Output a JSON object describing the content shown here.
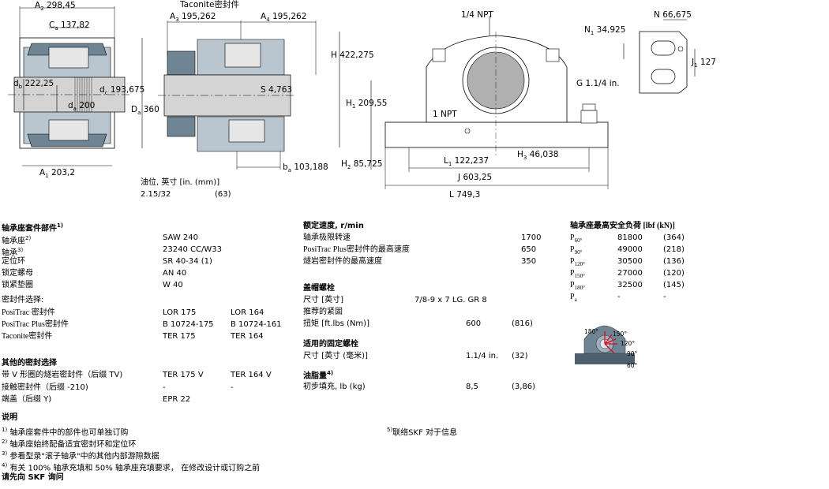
{
  "drawing": {
    "labels": {
      "A2": "A",
      "A2_sub": "2",
      "A2_val": "298,45",
      "Ca": "C",
      "Ca_sub": "a",
      "Ca_val": "137,82",
      "db": "d",
      "db_sub": "b",
      "db_val": "222,25",
      "dc": "d",
      "dc_sub": "c",
      "dc_val": "193,675",
      "da": "d",
      "da_sub": "a",
      "da_val": "200",
      "Da": "D",
      "Da_sub": "a",
      "Da_val": "360",
      "A1": "A",
      "A1_sub": "1",
      "A1_val": "203,2",
      "taconite": "Taconite密封件",
      "A3": "A",
      "A3_sub": "3",
      "A3_val": "195,262",
      "A4": "A",
      "A4_sub": "4",
      "A4_val": "195,262",
      "S": "S",
      "S_val": "4,763",
      "ba": "b",
      "ba_sub": "a",
      "ba_val": "103,188",
      "npt_top": "1/4 NPT",
      "H": "H",
      "H_val": "422,275",
      "H1": "H",
      "H1_sub": "1",
      "H1_val": "209,55",
      "H2": "H",
      "H2_sub": "2",
      "H2_val": "85,725",
      "npt_mid": "1 NPT",
      "L1": "L",
      "L1_sub": "1",
      "L1_val": "122,237",
      "H3": "H",
      "H3_sub": "3",
      "H3_val": "46,038",
      "J": "J",
      "J_val": "603,25",
      "L": "L",
      "L_val": "749,3",
      "G": "G",
      "G_val": "1.1/4 in.",
      "N1": "N",
      "N1_sub": "1",
      "N1_val": "34,925",
      "N": "N",
      "N_val": "66,675",
      "J1": "J",
      "J1_sub": "1",
      "J1_val": "127"
    },
    "oil_caption": "油位, 英寸 [in. (mm)]",
    "oil_value": "2.15/32",
    "oil_mm": "(63)"
  },
  "components": {
    "title": "轴承座套件部件",
    "title_sup": "1)",
    "rows": [
      {
        "label": "轴承座",
        "sup": "2)",
        "v1": "SAW 240",
        "v2": ""
      },
      {
        "label": "轴承",
        "sup": "3)",
        "v1": "23240 CC/W33",
        "v2": ""
      },
      {
        "label": "定位环",
        "sup": "",
        "v1": "SR 40-34 (1)",
        "v2": ""
      },
      {
        "label": "锁定螺母",
        "sup": "",
        "v1": "AN 40",
        "v2": ""
      },
      {
        "label": "锁紧垫圈",
        "sup": "",
        "v1": "W 40",
        "v2": ""
      }
    ],
    "seal_title": "密封件选择:",
    "seal_rows": [
      {
        "label": "PosiTrac 密封件",
        "v1": "LOR 175",
        "v2": "LOR 164"
      },
      {
        "label": "PosiTrac Plus密封件",
        "v1": "B 10724-175",
        "v2": "B 10724-161"
      },
      {
        "label": "Taconite密封件",
        "v1": "TER 175",
        "v2": "TER 164"
      }
    ],
    "other_title": "其他的密封选择",
    "other_rows": [
      {
        "label": "带 V 形圈的燧岩密封件（后缀 TV)",
        "v1": "TER 175 V",
        "v2": "TER 164 V"
      },
      {
        "label": "接触密封件（后缀 -210)",
        "v1": "-",
        "v2": "-"
      },
      {
        "label": "端盖（后缀 Y)",
        "v1": "EPR 22",
        "v2": ""
      }
    ]
  },
  "speed": {
    "title": "额定速度, r/min",
    "rows": [
      {
        "label": "轴承极限转速",
        "value": "1700"
      },
      {
        "label": "PosiTrac Plus密封件的最高速度",
        "value": "650"
      },
      {
        "label": "燧岩密封件的最高速度",
        "value": "350"
      }
    ],
    "cap_title": "盖帽螺栓",
    "cap_size_label": "尺寸 [英寸]",
    "cap_size_value": "7/8-9 x 7 LG. GR 8",
    "torque_title": "推荐的紧固",
    "torque_label": "扭矩 [ft.lbs (Nm)]",
    "torque_value": "600",
    "torque_nm": "(816)",
    "fix_title": "适用的固定螺栓",
    "fix_label": "尺寸 [英寸 (毫米)]",
    "fix_value": "1.1/4 in.",
    "fix_mm": "(32)",
    "grease_title": "油脂量",
    "grease_sup": "4)",
    "grease_label": "初步填充, lb (kg)",
    "grease_value": "8,5",
    "grease_kg": "(3,86)",
    "note5": "联络SKF 对于信息",
    "note5_sup": "5)"
  },
  "loads": {
    "title": "轴承座最高安全负荷 [lbf (kN)]",
    "rows": [
      {
        "p": "P",
        "sub": "60°",
        "v": "81800",
        "kn": "(364)"
      },
      {
        "p": "P",
        "sub": "90°",
        "v": "49000",
        "kn": "(218)"
      },
      {
        "p": "P",
        "sub": "120°",
        "v": "30500",
        "kn": "(136)"
      },
      {
        "p": "P",
        "sub": "150°",
        "v": "27000",
        "kn": "(120)"
      },
      {
        "p": "P",
        "sub": "180°",
        "v": "32500",
        "kn": "(145)"
      },
      {
        "p": "P",
        "sub": "a",
        "v": "-",
        "kn": "-"
      }
    ],
    "angles": {
      "a180": "180°",
      "a150": "150°",
      "a120": "120°",
      "a90": "90°",
      "a60": "60°"
    }
  },
  "notes": {
    "title": "说明",
    "items": [
      {
        "sup": "1)",
        "text": "轴承座套件中的部件也可单独订购"
      },
      {
        "sup": "2)",
        "text": "轴承座始终配备适宜密封环和定位环"
      },
      {
        "sup": "3)",
        "text": "参看型录\"滚子轴承\"中的其他内部游隙数据"
      },
      {
        "sup": "4)",
        "text": "有关 100% 轴承充填和 50% 轴承座充填要求， 在修改设计或订购之前"
      }
    ],
    "contact": "请先向 SKF 询问"
  },
  "colors": {
    "housing": "#6f8594",
    "housing_light": "#b9c6cf",
    "shaft": "#c8c8c8",
    "line": "#000000"
  }
}
